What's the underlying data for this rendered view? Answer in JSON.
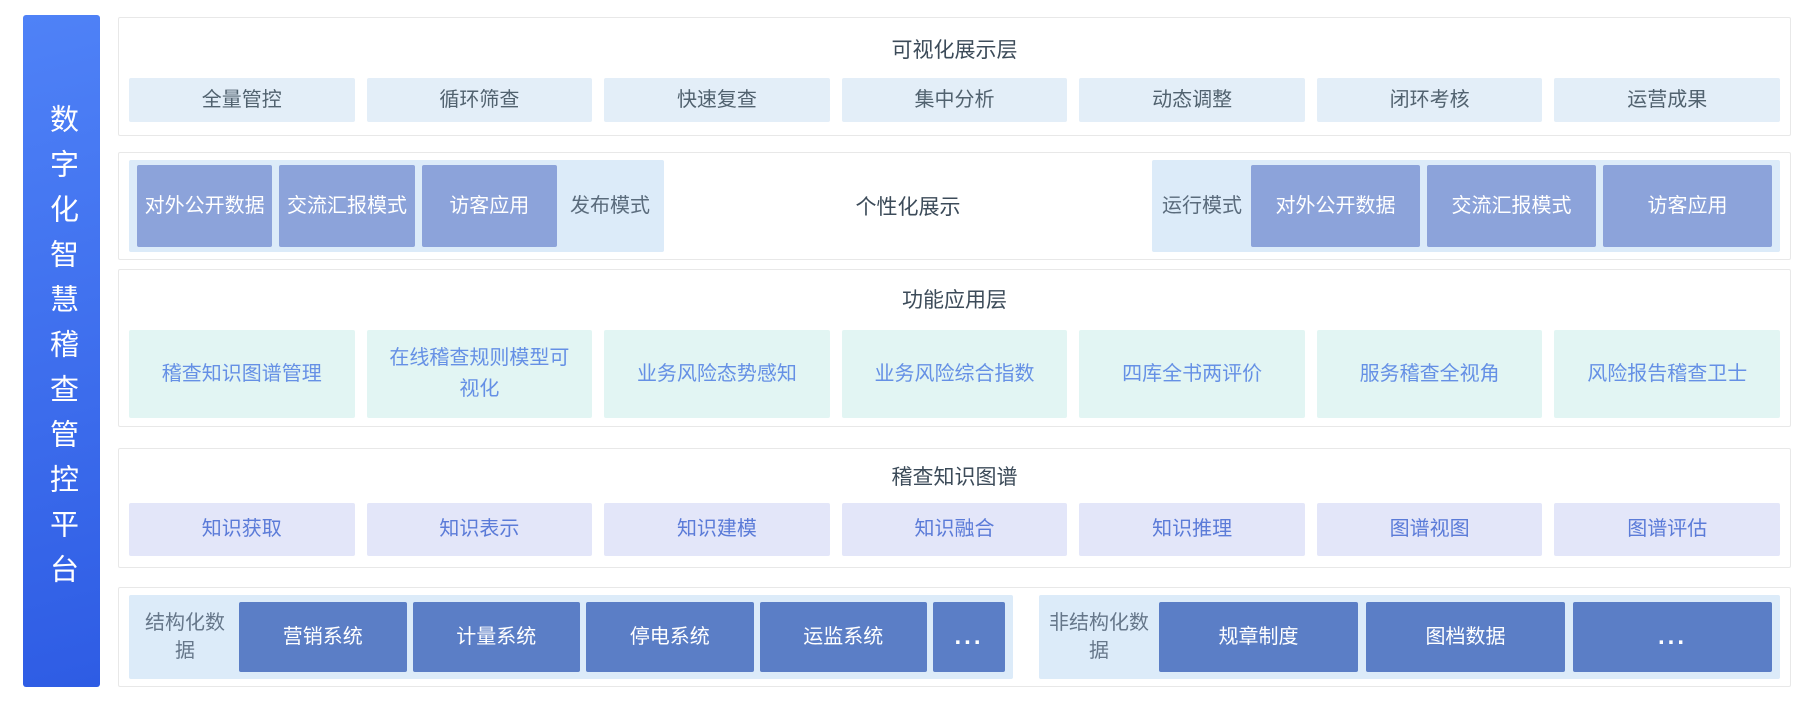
{
  "sidebar": {
    "title": "数字化智慧稽查管控平台"
  },
  "layers": {
    "visualization": {
      "title": "可视化展示层",
      "items": [
        "全量管控",
        "循环筛查",
        "快速复查",
        "集中分析",
        "动态调整",
        "闭环考核",
        "运营成果"
      ]
    },
    "display": {
      "publish": {
        "label": "发布模式",
        "items": [
          "对外公开数据",
          "交流汇报模式",
          "访客应用"
        ]
      },
      "personalized": "个性化展示",
      "running": {
        "label": "运行模式",
        "items": [
          "对外公开数据",
          "交流汇报模式",
          "访客应用"
        ]
      }
    },
    "function": {
      "title": "功能应用层",
      "items": [
        "稽查知识图谱管理",
        "在线稽查规则模型可视化",
        "业务风险态势感知",
        "业务风险综合指数",
        "四库全书两评价",
        "服务稽查全视角",
        "风险报告稽查卫士"
      ]
    },
    "knowledge_graph": {
      "title": "稽查知识图谱",
      "items": [
        "知识获取",
        "知识表示",
        "知识建模",
        "知识融合",
        "知识推理",
        "图谱视图",
        "图谱评估"
      ]
    },
    "sources": {
      "structured": {
        "label": "结构化数据",
        "items": [
          "营销系统",
          "计量系统",
          "停电系统",
          "运监系统",
          "..."
        ]
      },
      "unstructured": {
        "label": "非结构化数据",
        "items": [
          "规章制度",
          "图档数据",
          "..."
        ]
      }
    }
  },
  "colors": {
    "sidebar_gradient_start": "#4F82F7",
    "sidebar_gradient_end": "#2E5CE4",
    "row_border": "#E8E8E8",
    "title_text": "#3C4B59",
    "viz_item_bg": "#E3EEF8",
    "viz_item_text": "#51626F",
    "mode_panel_bg": "#DCEBF9",
    "mode_box_bg": "#8CA3DA",
    "mode_label_text": "#5A6B7C",
    "function_item_bg": "#E2F5F3",
    "function_item_text": "#6590E5",
    "graph_item_bg": "#E3E6F9",
    "graph_item_text": "#5B7BD8",
    "source_box_bg": "#5B7EC6",
    "source_label_text": "#66778A"
  }
}
